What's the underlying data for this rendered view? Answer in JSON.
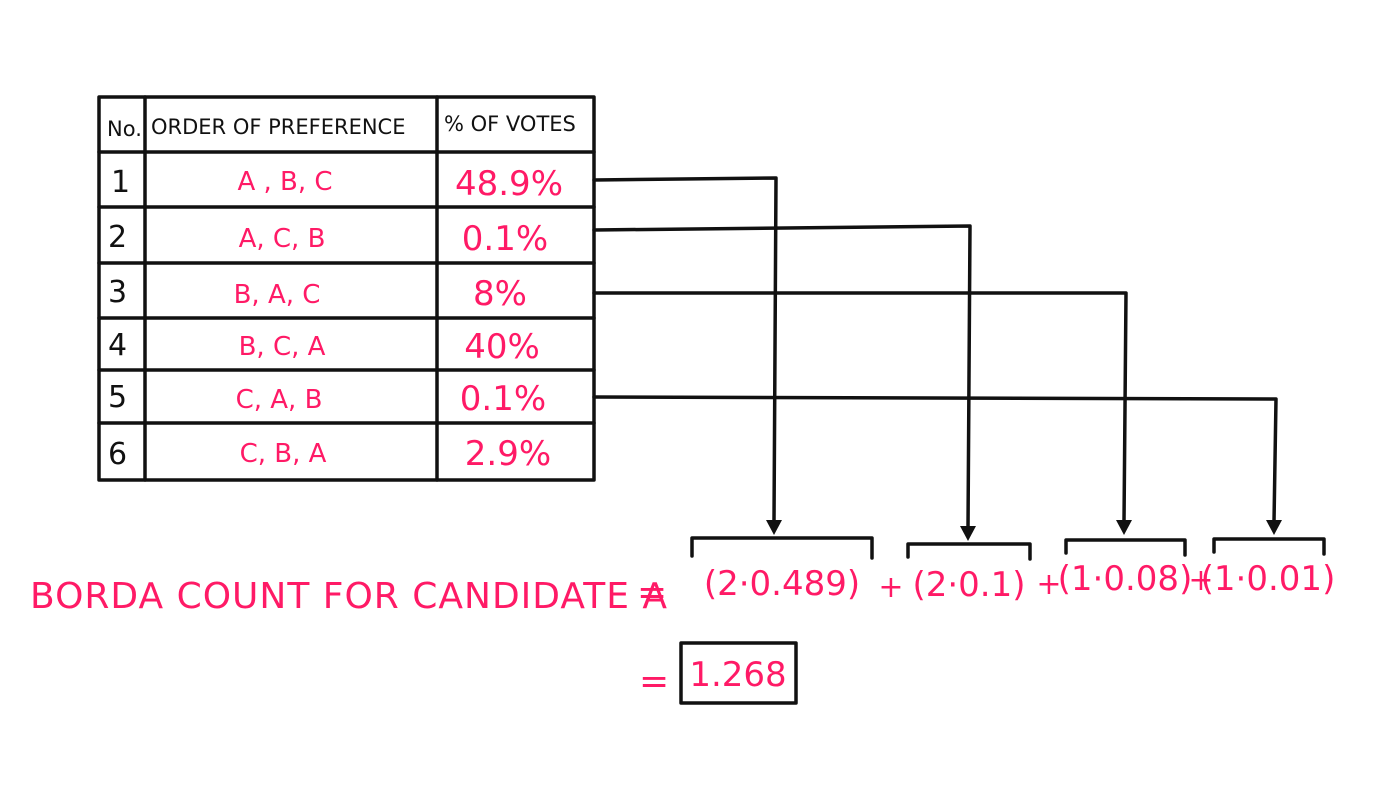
{
  "table": {
    "headers": {
      "no": "No.",
      "order": "ORDER  OF  PREFERENCE",
      "votes": "% OF VOTES"
    },
    "rows": [
      {
        "no": "1",
        "order": "A , B, C",
        "votes": "48.9%"
      },
      {
        "no": "2",
        "order": "A, C, B",
        "votes": "0.1%"
      },
      {
        "no": "3",
        "order": "B, A, C",
        "votes": "8%"
      },
      {
        "no": "4",
        "order": "B, C, A",
        "votes": "40%"
      },
      {
        "no": "5",
        "order": "C, A, B",
        "votes": "0.1%"
      },
      {
        "no": "6",
        "order": "C, B, A",
        "votes": "2.9%"
      }
    ]
  },
  "formula": {
    "label": "BORDA COUNT FOR CANDIDATE A",
    "equals": "=",
    "terms": [
      "(2·0.489)",
      "(2·0.1)",
      "(1·0.08)",
      "(1·0.01)"
    ],
    "plus": "+",
    "result_equals": "=",
    "result": "1.268"
  },
  "colors": {
    "ink": "#111111",
    "accent": "#ff1a66"
  }
}
